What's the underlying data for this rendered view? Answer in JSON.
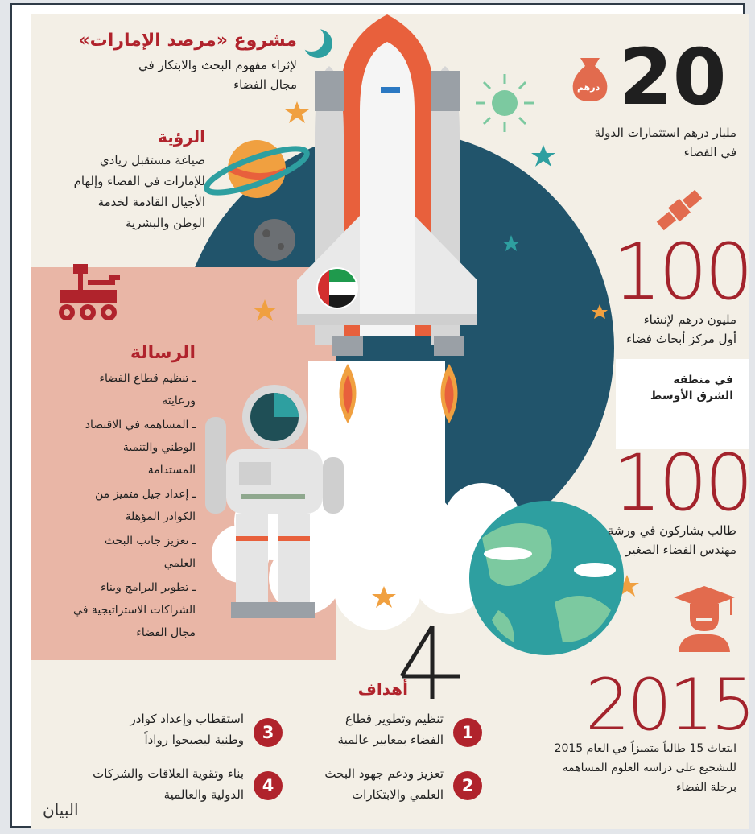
{
  "project": {
    "title": "مشروع «مرصد الإمارات»",
    "lines": [
      "لإثراء مفهوم البحث والابتكار في",
      "مجال الفضاء"
    ]
  },
  "vision": {
    "title": "الرؤية",
    "lines": [
      "صياغة مستقبل ريادي",
      "للإمارات في الفضاء وإلهام",
      "الأجيال القادمة لخدمة",
      "الوطن والبشرية"
    ]
  },
  "mission": {
    "title": "الرسالة",
    "lines": [
      "ـ تنظيم قطاع الفضاء",
      "ورعايته",
      "ـ المساهمة في الاقتصاد",
      "الوطني والتنمية",
      "المستدامة",
      "ـ إعداد جيل متميز من",
      "الكوادر المؤهلة",
      "ـ تعزيز جانب البحث",
      "العلمي",
      "ـ تطوير البرامج وبناء",
      "الشراكات الاستراتيجية في",
      "مجال الفضاء"
    ]
  },
  "stats": {
    "investment": {
      "number": "20",
      "lines": [
        "مليار درهم استثمارات الدولة",
        "في الفضاء"
      ],
      "bag_label": "درهم"
    },
    "center": {
      "number": "100",
      "lines": [
        "مليون درهم لإنشاء",
        "أول مركز أبحاث فضاء"
      ]
    },
    "region": {
      "lines": [
        "في منطقة",
        "الشرق الأوسط"
      ]
    },
    "students": {
      "number": "100",
      "lines": [
        "طالب يشاركون في ورشة",
        "مهندس الفضاء الصغير"
      ]
    },
    "year": {
      "number": "2015",
      "lines": [
        "ابتعاث 15 طالباً متميزاً في العام 2015",
        "للتشجيع على دراسة العلوم المساهمة",
        "برحلة الفضاء"
      ]
    }
  },
  "goals": {
    "count": "4",
    "label": "أهداف",
    "items": [
      {
        "badge": "1",
        "lines": [
          "تنظيم وتطوير قطاع",
          "الفضاء بمعايير عالمية"
        ]
      },
      {
        "badge": "2",
        "lines": [
          "تعزيز ودعم جهود البحث",
          "العلمي والابتكارات"
        ]
      },
      {
        "badge": "3",
        "lines": [
          "استقطاب وإعداد كوادر",
          "وطنية ليصبحوا رواداً"
        ]
      },
      {
        "badge": "4",
        "lines": [
          "بناء وتقوية العلاقات والشركات",
          "الدولية والعالمية"
        ]
      }
    ]
  },
  "logo": "البيان",
  "colors": {
    "accent": "#b0232c",
    "navy": "#21546b",
    "orange": "#e8603c",
    "salmon": "#e9b6a6",
    "teal": "#2e9fa0"
  }
}
